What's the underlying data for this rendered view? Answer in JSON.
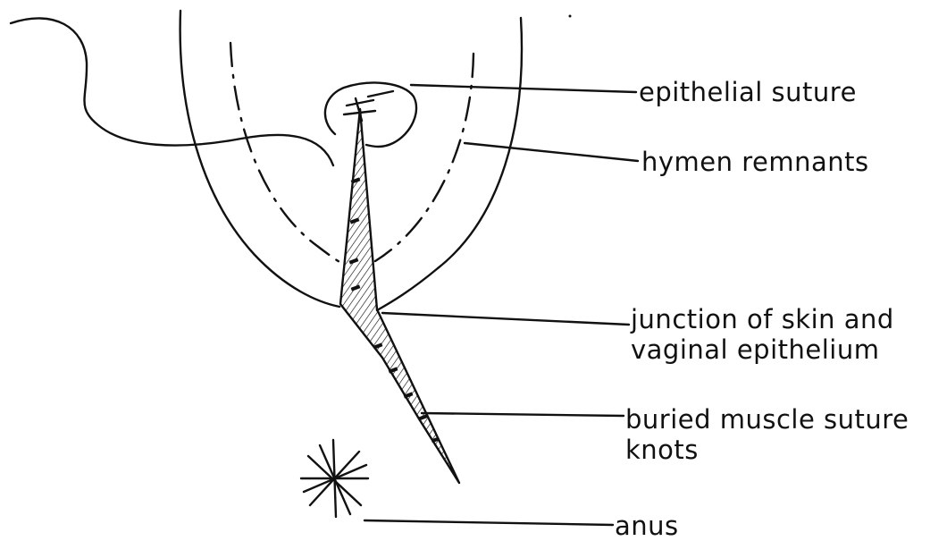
{
  "labels": {
    "epithelial_suture": "epithelial suture",
    "hymen_remnants": "hymen remnants",
    "junction_line1": "junction of skin and",
    "junction_line2": "vaginal epithelium",
    "buried_line1": "buried muscle suture",
    "buried_line2": "knots",
    "anus": "anus"
  },
  "colors": {
    "ink": "#111111",
    "background": "#ffffff"
  }
}
